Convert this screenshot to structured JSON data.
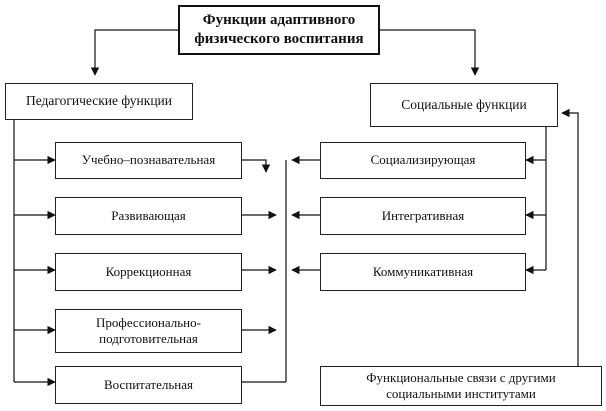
{
  "diagram": {
    "root": {
      "line1": "Функции адаптивного",
      "line2": "физического воспитания"
    },
    "pedagogical": {
      "title": "Педагогические функции",
      "items": [
        "Учебно–познавательная",
        "Развивающая",
        "Коррекционная",
        "Профессионально-",
        "подготовительная",
        "Воспитательная"
      ]
    },
    "social": {
      "title": "Социальные функции",
      "items": [
        "Социализирующая",
        "Интегративная",
        "Коммуникативная"
      ]
    },
    "links": {
      "line1": "Функциональные связи с другими",
      "line2": "социальными институтами"
    }
  }
}
